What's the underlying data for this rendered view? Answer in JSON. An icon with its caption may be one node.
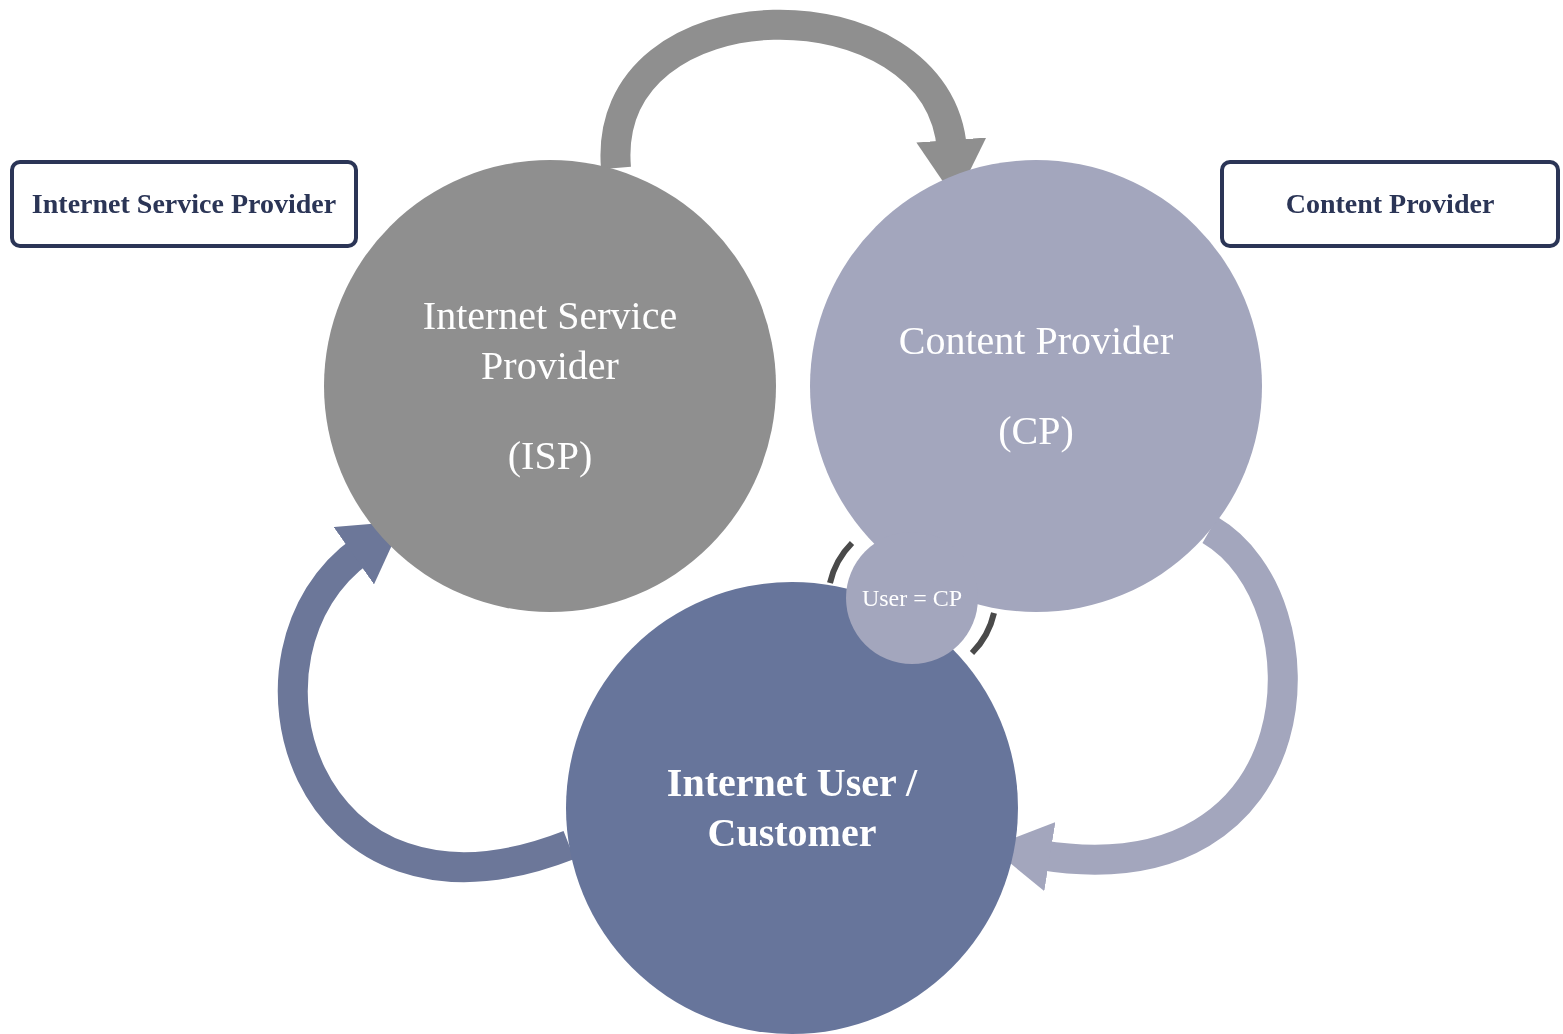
{
  "diagram": {
    "nodes": [
      {
        "text": [
          "Internet Service Provider"
        ]
      },
      {
        "text": [
          "Content Provider"
        ]
      },
      {
        "text": [
          "Internet Service Provider",
          "(ISP)"
        ]
      },
      {
        "text": [
          "Content Provider",
          "(CP)"
        ]
      },
      {
        "text": [
          "Internet User / Customer"
        ]
      },
      {
        "text": [
          "User = CP"
        ]
      }
    ],
    "edges": [
      {
        "from": 2,
        "to": 3,
        "arrow": "to",
        "color": "#8f8f8f"
      },
      {
        "from": 3,
        "to": 4,
        "arrow": "to",
        "color": "#a3a6bd"
      },
      {
        "from": 4,
        "to": 2,
        "arrow": "to",
        "color": "#6c7799"
      }
    ]
  }
}
